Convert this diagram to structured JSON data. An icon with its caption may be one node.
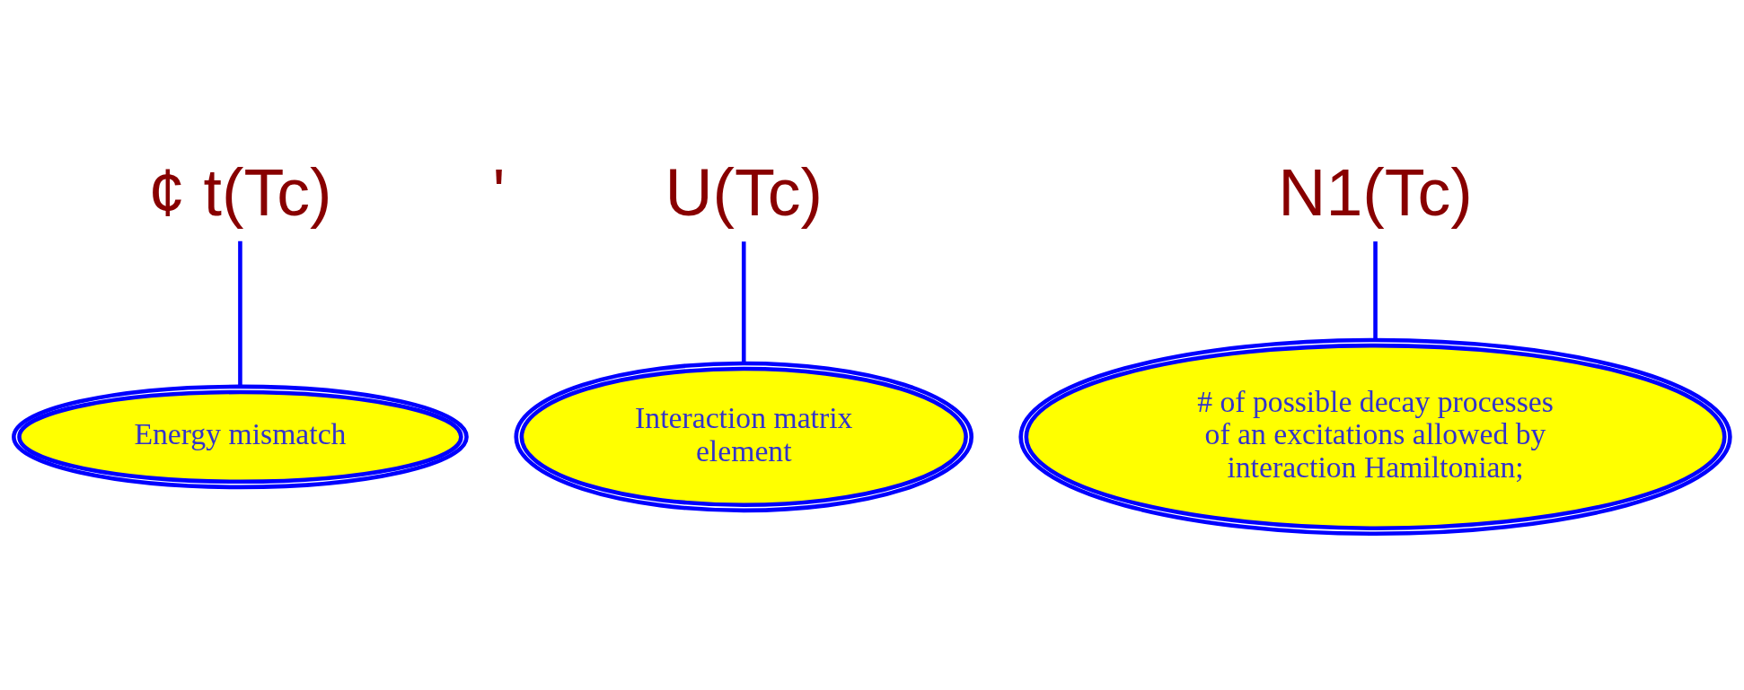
{
  "diagram": {
    "nodes": [
      {
        "text": [
          "¢ t(Tc)"
        ]
      },
      {
        "text": [
          "'"
        ]
      },
      {
        "text": [
          "U(Tc)"
        ]
      },
      {
        "text": [
          "N1(Tc)"
        ]
      },
      {
        "text": [
          "Interaction matrix element"
        ]
      },
      {
        "text": [
          "Energy mismatch"
        ]
      },
      {
        "text": [
          "# of possible decay processes of an excitations allowed by interaction Hamiltonian;"
        ]
      }
    ],
    "edges": [
      {
        "from": 5,
        "to": 0,
        "arrow": "none"
      },
      {
        "from": 4,
        "to": 2,
        "arrow": "none"
      },
      {
        "from": 6,
        "to": 3,
        "arrow": "none"
      }
    ]
  }
}
